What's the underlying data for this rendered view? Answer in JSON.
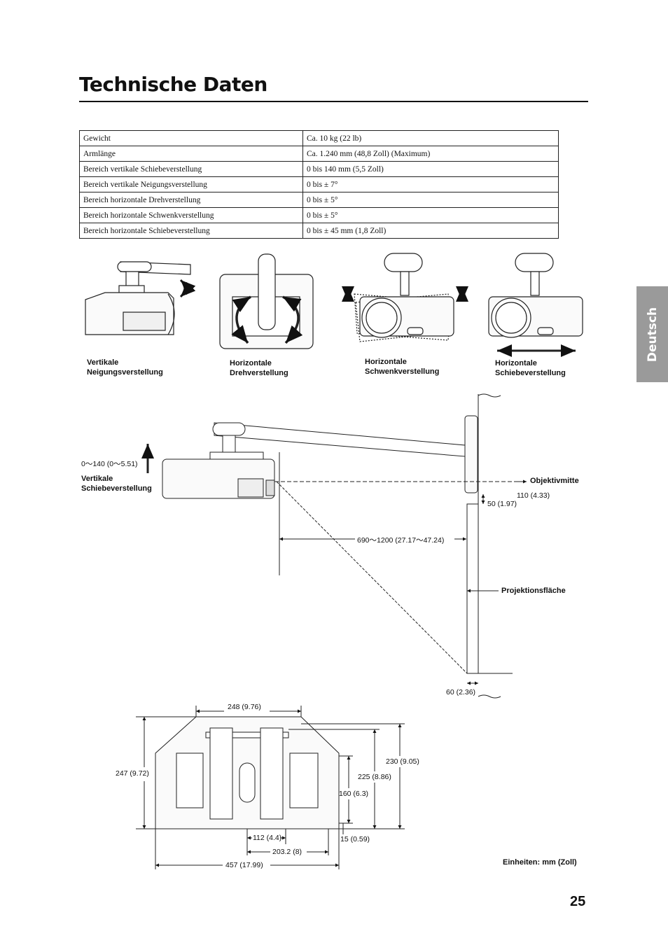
{
  "title": "Technische Daten",
  "side_tab": "Deutsch",
  "specs": [
    {
      "label": "Gewicht",
      "value": "Ca. 10 kg (22 lb)"
    },
    {
      "label": "Armlänge",
      "value": "Ca. 1.240 mm (48,8 Zoll) (Maximum)"
    },
    {
      "label": "Bereich vertikale Schiebeverstellung",
      "value": "0 bis 140 mm (5,5 Zoll)"
    },
    {
      "label": "Bereich vertikale Neigungsverstellung",
      "value": "0 bis ± 7°"
    },
    {
      "label": "Bereich horizontale Drehverstellung",
      "value": "0 bis ± 5°"
    },
    {
      "label": "Bereich horizontale Schwenkverstellung",
      "value": "0 bis ± 5°"
    },
    {
      "label": "Bereich horizontale Schiebeverstellung",
      "value": "0 bis ± 45 mm (1,8 Zoll)"
    }
  ],
  "adjust_captions": [
    {
      "line1": "Vertikale",
      "line2": "Neigungsverstellung"
    },
    {
      "line1": "Horizontale",
      "line2": "Drehverstellung"
    },
    {
      "line1": "Horizontale",
      "line2": "Schwenkverstellung"
    },
    {
      "line1": "Horizontale",
      "line2": "Schiebeverstellung"
    }
  ],
  "side_diagram": {
    "slide_range": "0～140 (0～5.51)",
    "slide_label_1": "Vertikale",
    "slide_label_2": "Schiebeverstellung",
    "lens_center": "Objektivmitte",
    "dim_110": "110 (4.33)",
    "dim_50": "50 (1.97)",
    "dim_arm": "690～1200 (27.17～47.24)",
    "screen": "Projektionsfläche",
    "dim_60": "60 (2.36)"
  },
  "plate_diagram": {
    "dim_248": "248 (9.76)",
    "dim_247": "247 (9.72)",
    "dim_230": "230 (9.05)",
    "dim_225": "225 (8.86)",
    "dim_160": "160 (6.3)",
    "dim_112": "112 (4.4)",
    "dim_15": "15 (0.59)",
    "dim_203": "203.2 (8)",
    "dim_457": "457 (17.99)"
  },
  "units": "Einheiten: mm (Zoll)",
  "page_number": "25"
}
